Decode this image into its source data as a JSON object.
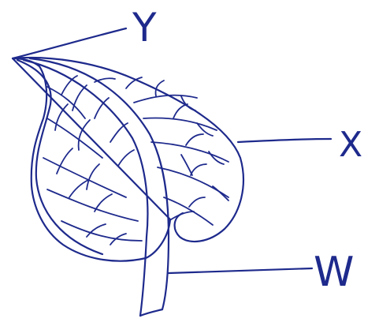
{
  "diagram": {
    "ink_color": "#1e2a8c",
    "background": "#ffffff",
    "labels": {
      "apex": "Y",
      "blade": "X",
      "stalk": "W"
    }
  }
}
